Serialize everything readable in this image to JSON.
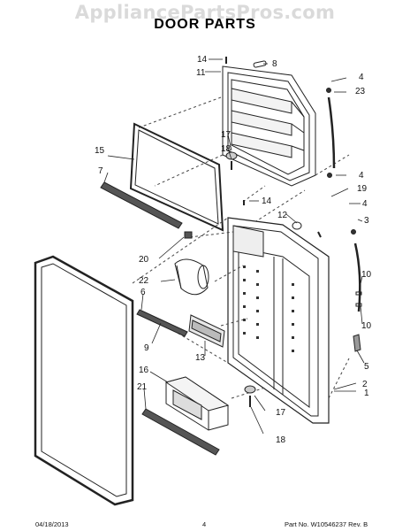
{
  "watermark": "AppliancePartsPros.com",
  "title": "DOOR PARTS",
  "callouts": {
    "c1": "1",
    "c2": "2",
    "c3": "3",
    "c4a": "4",
    "c4b": "4",
    "c4c": "4",
    "c5": "5",
    "c6": "6",
    "c7": "7",
    "c8": "8",
    "c9": "9",
    "c10a": "10",
    "c10b": "10",
    "c11": "11",
    "c12": "12",
    "c13": "13",
    "c14a": "14",
    "c14b": "14",
    "c15": "15",
    "c16": "16",
    "c17a": "17",
    "c17b": "17",
    "c18a": "18",
    "c18b": "18",
    "c19": "19",
    "c20": "20",
    "c21": "21",
    "c22": "22",
    "c23": "23"
  },
  "footer": {
    "date": "04/18/2013",
    "page": "4",
    "part_no": "Part No. W10546237  Rev. B"
  }
}
